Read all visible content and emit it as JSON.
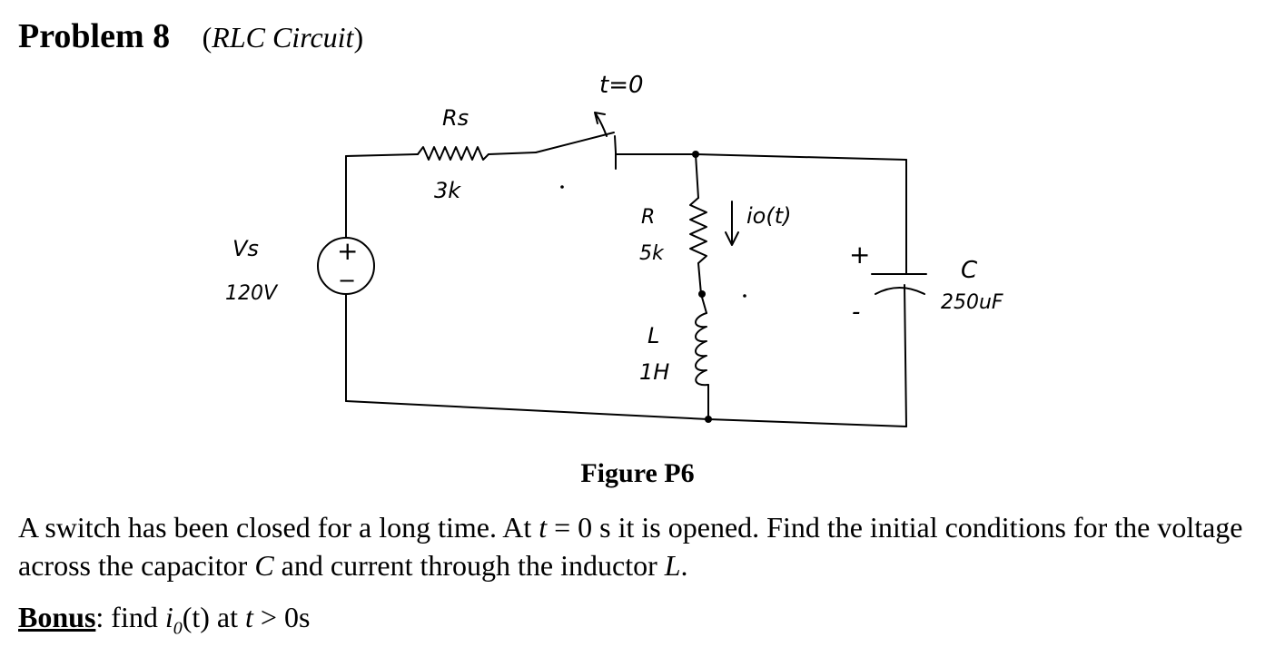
{
  "header": {
    "title": "Problem 8",
    "subtitle_open": "(",
    "subtitle": "RLC Circuit",
    "subtitle_close": ")"
  },
  "circuit": {
    "switch_label": "t=0",
    "rs_label": "Rs",
    "rs_value": "3k",
    "vs_label": "Vs",
    "vs_value": "120V",
    "source_plus": "+",
    "source_minus": "−",
    "r_label": "R",
    "r_value": "5k",
    "current_label": "io(t)",
    "l_label": "L",
    "l_value": "1H",
    "cap_plus": "+",
    "cap_minus": "-",
    "c_label": "C",
    "c_value": "250uF"
  },
  "caption": "Figure P6",
  "problem": {
    "p1": "A switch has been closed for a long time. At ",
    "t1": "t",
    "p2": " = 0 s it is opened.  Find the initial conditions for the voltage across the capacitor ",
    "c": "C",
    "p3": " and current through the inductor ",
    "l": "L",
    "p4": "."
  },
  "bonus": {
    "label": "Bonus",
    "colon": ": find ",
    "io": "i",
    "sub0": "0",
    "paren_t": "(t)",
    "mid": " at ",
    "t": "t",
    "tail": " > 0s"
  }
}
